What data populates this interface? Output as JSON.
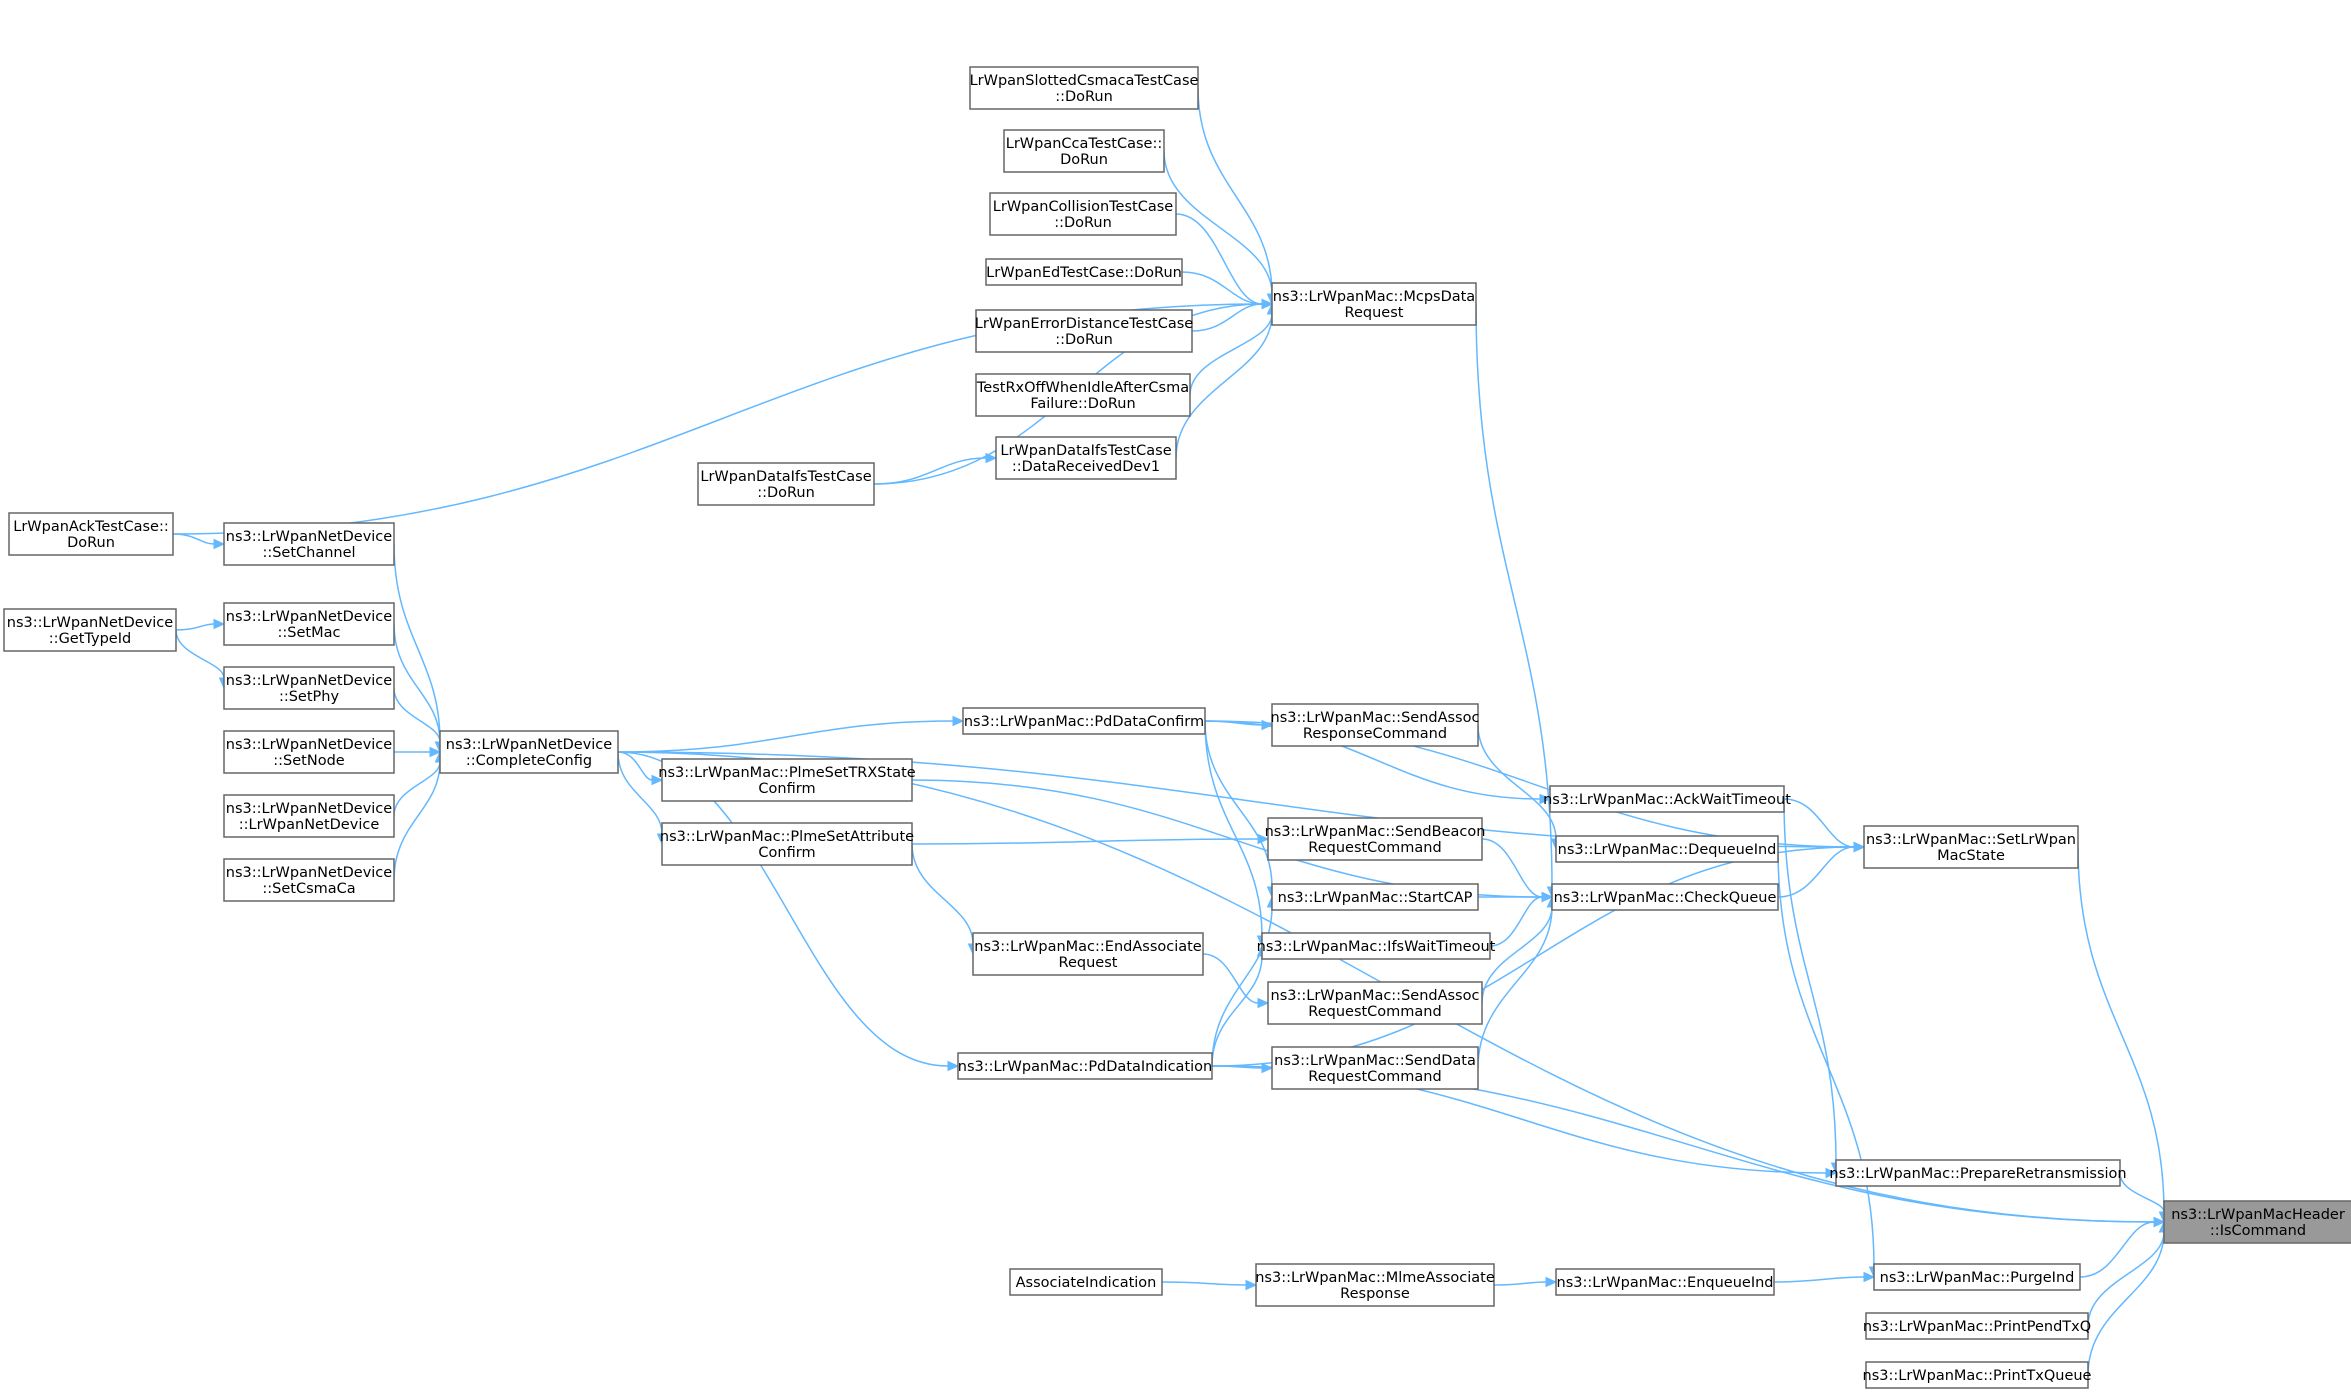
{
  "graph": {
    "root_id": "ismcmd",
    "nodes": [
      {
        "id": "ismcmd",
        "lines": [
          "ns3::LrWpanMacHeader",
          "::IsCommand"
        ]
      },
      {
        "id": "slotted",
        "lines": [
          "LrWpanSlottedCsmacaTestCase",
          "::DoRun"
        ]
      },
      {
        "id": "cca",
        "lines": [
          "LrWpanCcaTestCase::",
          "DoRun"
        ]
      },
      {
        "id": "coll",
        "lines": [
          "LrWpanCollisionTestCase",
          "::DoRun"
        ]
      },
      {
        "id": "ed",
        "lines": [
          "LrWpanEdTestCase::DoRun"
        ]
      },
      {
        "id": "errd",
        "lines": [
          "LrWpanErrorDistanceTestCase",
          "::DoRun"
        ]
      },
      {
        "id": "rxoff",
        "lines": [
          "TestRxOffWhenIdleAfterCsma",
          "Failure::DoRun"
        ]
      },
      {
        "id": "drd1",
        "lines": [
          "LrWpanDataIfsTestCase",
          "::DataReceivedDev1"
        ]
      },
      {
        "id": "dids",
        "lines": [
          "LrWpanDataIfsTestCase",
          "::DoRun"
        ]
      },
      {
        "id": "mcps",
        "lines": [
          "ns3::LrWpanMac::McpsData",
          "Request"
        ]
      },
      {
        "id": "ack",
        "lines": [
          "LrWpanAckTestCase::",
          "DoRun"
        ]
      },
      {
        "id": "setch",
        "lines": [
          "ns3::LrWpanNetDevice",
          "::SetChannel"
        ]
      },
      {
        "id": "gettid",
        "lines": [
          "ns3::LrWpanNetDevice",
          "::GetTypeId"
        ]
      },
      {
        "id": "setmac",
        "lines": [
          "ns3::LrWpanNetDevice",
          "::SetMac"
        ]
      },
      {
        "id": "setphy",
        "lines": [
          "ns3::LrWpanNetDevice",
          "::SetPhy"
        ]
      },
      {
        "id": "setnode",
        "lines": [
          "ns3::LrWpanNetDevice",
          "::SetNode"
        ]
      },
      {
        "id": "ctor",
        "lines": [
          "ns3::LrWpanNetDevice",
          "::LrWpanNetDevice"
        ]
      },
      {
        "id": "setcsma",
        "lines": [
          "ns3::LrWpanNetDevice",
          "::SetCsmaCa"
        ]
      },
      {
        "id": "cconf",
        "lines": [
          "ns3::LrWpanNetDevice",
          "::CompleteConfig"
        ]
      },
      {
        "id": "pdconf",
        "lines": [
          "ns3::LrWpanMac::PdDataConfirm"
        ]
      },
      {
        "id": "trx",
        "lines": [
          "ns3::LrWpanMac::PlmeSetTRXState",
          "Confirm"
        ]
      },
      {
        "id": "attr",
        "lines": [
          "ns3::LrWpanMac::PlmeSetAttribute",
          "Confirm"
        ]
      },
      {
        "id": "endassoc",
        "lines": [
          "ns3::LrWpanMac::EndAssociate",
          "Request"
        ]
      },
      {
        "id": "pdind",
        "lines": [
          "ns3::LrWpanMac::PdDataIndication"
        ]
      },
      {
        "id": "sassocresp",
        "lines": [
          "ns3::LrWpanMac::SendAssoc",
          "ResponseCommand"
        ]
      },
      {
        "id": "sbeacon",
        "lines": [
          "ns3::LrWpanMac::SendBeacon",
          "RequestCommand"
        ]
      },
      {
        "id": "startcap",
        "lines": [
          "ns3::LrWpanMac::StartCAP"
        ]
      },
      {
        "id": "ifswait",
        "lines": [
          "ns3::LrWpanMac::IfsWaitTimeout"
        ]
      },
      {
        "id": "sassocreq",
        "lines": [
          "ns3::LrWpanMac::SendAssoc",
          "RequestCommand"
        ]
      },
      {
        "id": "sdatareq",
        "lines": [
          "ns3::LrWpanMac::SendData",
          "RequestCommand"
        ]
      },
      {
        "id": "ackwait",
        "lines": [
          "ns3::LrWpanMac::AckWaitTimeout"
        ]
      },
      {
        "id": "deqind",
        "lines": [
          "ns3::LrWpanMac::DequeueInd"
        ]
      },
      {
        "id": "checkq",
        "lines": [
          "ns3::LrWpanMac::CheckQueue"
        ]
      },
      {
        "id": "setstate",
        "lines": [
          "ns3::LrWpanMac::SetLrWpan",
          "MacState"
        ]
      },
      {
        "id": "prepretx",
        "lines": [
          "ns3::LrWpanMac::PrepareRetransmission"
        ]
      },
      {
        "id": "purge",
        "lines": [
          "ns3::LrWpanMac::PurgeInd"
        ]
      },
      {
        "id": "pendtx",
        "lines": [
          "ns3::LrWpanMac::PrintPendTxQ"
        ]
      },
      {
        "id": "printtx",
        "lines": [
          "ns3::LrWpanMac::PrintTxQueue"
        ]
      },
      {
        "id": "assocind",
        "lines": [
          "AssociateIndication"
        ]
      },
      {
        "id": "mlme",
        "lines": [
          "ns3::LrWpanMac::MlmeAssociate",
          "Response"
        ]
      },
      {
        "id": "enqind",
        "lines": [
          "ns3::LrWpanMac::EnqueueInd"
        ]
      }
    ],
    "edges": [
      [
        "slotted",
        "mcps"
      ],
      [
        "cca",
        "mcps"
      ],
      [
        "coll",
        "mcps"
      ],
      [
        "ed",
        "mcps"
      ],
      [
        "errd",
        "mcps"
      ],
      [
        "rxoff",
        "mcps"
      ],
      [
        "drd1",
        "mcps"
      ],
      [
        "dids",
        "mcps"
      ],
      [
        "dids",
        "drd1"
      ],
      [
        "ack",
        "mcps"
      ],
      [
        "ack",
        "setch"
      ],
      [
        "gettid",
        "setmac"
      ],
      [
        "gettid",
        "setphy"
      ],
      [
        "setch",
        "cconf"
      ],
      [
        "setmac",
        "cconf"
      ],
      [
        "setphy",
        "cconf"
      ],
      [
        "setnode",
        "cconf"
      ],
      [
        "ctor",
        "cconf"
      ],
      [
        "setcsma",
        "cconf"
      ],
      [
        "cconf",
        "pdconf"
      ],
      [
        "cconf",
        "trx"
      ],
      [
        "cconf",
        "attr"
      ],
      [
        "cconf",
        "pdind"
      ],
      [
        "pdconf",
        "sassocresp"
      ],
      [
        "pdconf",
        "startcap"
      ],
      [
        "pdconf",
        "ifswait"
      ],
      [
        "pdconf",
        "ackwait"
      ],
      [
        "pdconf",
        "setstate"
      ],
      [
        "attr",
        "sbeacon"
      ],
      [
        "attr",
        "endassoc"
      ],
      [
        "endassoc",
        "sassocreq"
      ],
      [
        "pdind",
        "startcap"
      ],
      [
        "pdind",
        "ifswait"
      ],
      [
        "pdind",
        "sdatareq"
      ],
      [
        "pdind",
        "setstate"
      ],
      [
        "pdind",
        "prepretx"
      ],
      [
        "pdind",
        "ismcmd"
      ],
      [
        "trx",
        "checkq"
      ],
      [
        "sassocresp",
        "deqind"
      ],
      [
        "sbeacon",
        "checkq"
      ],
      [
        "startcap",
        "checkq"
      ],
      [
        "ifswait",
        "checkq"
      ],
      [
        "sassocreq",
        "checkq"
      ],
      [
        "sdatareq",
        "checkq"
      ],
      [
        "mcps",
        "checkq"
      ],
      [
        "ackwait",
        "setstate"
      ],
      [
        "checkq",
        "setstate"
      ],
      [
        "cconf",
        "setstate"
      ],
      [
        "ackwait",
        "prepretx"
      ],
      [
        "deqind",
        "purge"
      ],
      [
        "setstate",
        "ismcmd"
      ],
      [
        "prepretx",
        "ismcmd"
      ],
      [
        "purge",
        "ismcmd"
      ],
      [
        "pendtx",
        "ismcmd"
      ],
      [
        "printtx",
        "ismcmd"
      ],
      [
        "cconf",
        "ismcmd"
      ],
      [
        "assocind",
        "mlme"
      ],
      [
        "mlme",
        "enqind"
      ],
      [
        "enqind",
        "purge"
      ]
    ]
  }
}
